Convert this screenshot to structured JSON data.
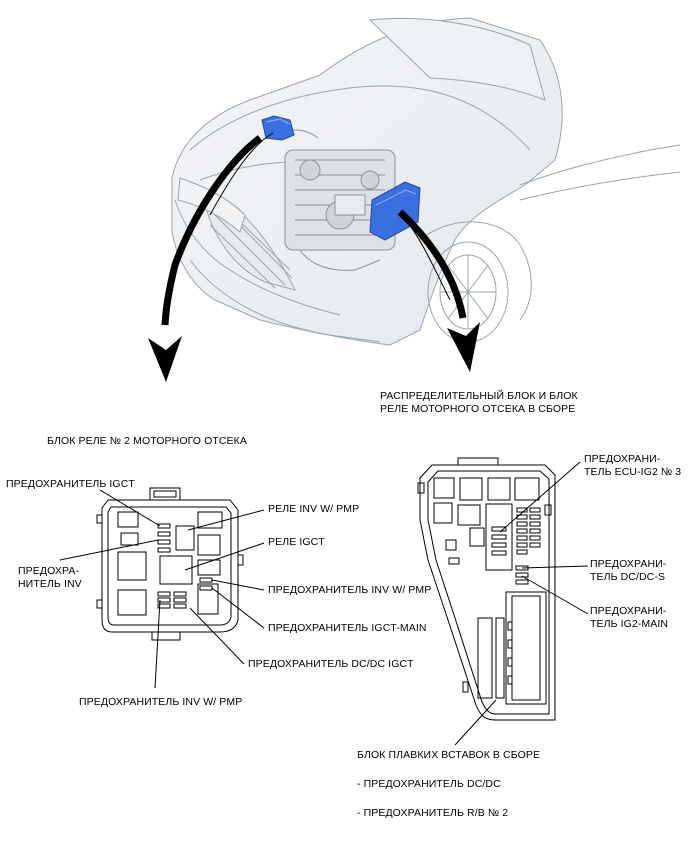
{
  "labels": {
    "rb2_title": "БЛОК РЕЛЕ № 2 МОТОРНОГО ОТСЕКА",
    "fuse_igct": "ПРЕДОХРАНИТЕЛЬ IGCT",
    "fuse_inv_line1": "ПРЕДОХРА-",
    "fuse_inv_line2": "НИТЕЛЬ INV",
    "relay_inv_pmp": "РЕЛЕ INV W/ PMP",
    "relay_igct": "РЕЛЕ IGCT",
    "fuse_inv_pmp_right": "ПРЕДОХРАНИТЕЛЬ INV W/ PMP",
    "fuse_igct_main": "ПРЕДОХРАНИТЕЛЬ IGCT-MAIN",
    "fuse_dcdc_igct": "ПРЕДОХРАНИТЕЛЬ DC/DC IGCT",
    "fuse_inv_pmp_bottom": "ПРЕДОХРАНИТЕЛЬ INV W/ PMP",
    "jb_title_line1": "РАСПРЕДЕЛИТЕЛЬНЫЙ БЛОК И БЛОК",
    "jb_title_line2": "РЕЛЕ МОТОРНОГО ОТСЕКА В СБОРЕ",
    "fuse_ecu_ig2_line1": "ПРЕДОХРАНИ-",
    "fuse_ecu_ig2_line2": "ТЕЛЬ ECU-IG2 № 3",
    "fuse_dcdc_s_line1": "ПРЕДОХРАНИ-",
    "fuse_dcdc_s_line2": "ТЕЛЬ DC/DC-S",
    "fuse_ig2_main_line1": "ПРЕДОХРАНИ-",
    "fuse_ig2_main_line2": "ТЕЛЬ IG2-MAIN",
    "fusible_block": "БЛОК ПЛАВКИХ ВСТАВОК В СБОРЕ",
    "fuse_dcdc": "- ПРЕДОХРАНИТЕЛЬ DC/DC",
    "fuse_rb2": "- ПРЕДОХРАНИТЕЛЬ R/B № 2"
  },
  "colors": {
    "component_blue": "#3a6fe0",
    "line": "#000000",
    "car_outline": "#9aa3ad"
  }
}
